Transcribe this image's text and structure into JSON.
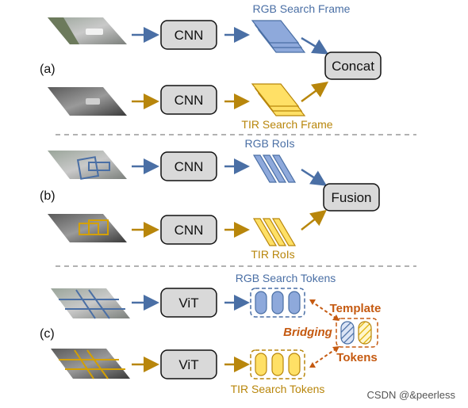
{
  "sections": {
    "a": "(a)",
    "b": "(b)",
    "c": "(c)"
  },
  "blocks": {
    "cnn": "CNN",
    "vit": "ViT",
    "concat": "Concat",
    "fusion": "Fusion"
  },
  "labels": {
    "rgb_search_frame": "RGB Search Frame",
    "tir_search_frame": "TIR Search Frame",
    "rgb_rois": "RGB RoIs",
    "tir_rois": "TIR RoIs",
    "rgb_search_tokens": "RGB Search Tokens",
    "tir_search_tokens": "TIR Search Tokens",
    "template": "Template",
    "tokens": "Tokens",
    "bridging": "Bridging"
  },
  "watermark": "CSDN @&peerless",
  "colors": {
    "blue": "#4a6fa5",
    "blue_fill": "#8ea9db",
    "gold": "#b8860b",
    "gold_fill": "#ffe066",
    "orange": "#c55a11",
    "box_fill": "#d9d9d9"
  }
}
